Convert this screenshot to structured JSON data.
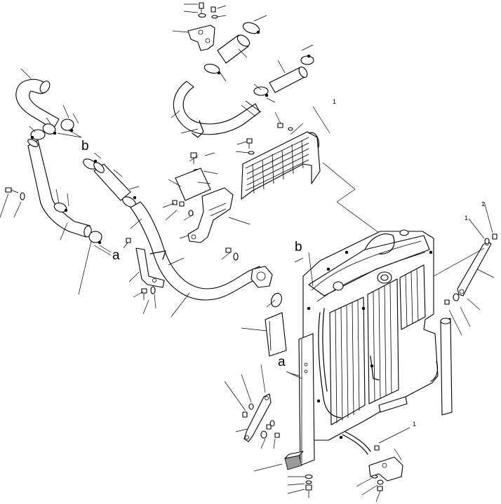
{
  "callouts": {
    "b_upper": "b",
    "b_lower": "b",
    "a_left": "a",
    "a_lower": "a"
  },
  "marks": {
    "m1": "1",
    "m2": "1",
    "m3": "1",
    "m4": "1"
  },
  "icons": {
    "bolt": "bolt-icon",
    "washer": "washer-icon",
    "clamp": "hose-clamp-icon"
  }
}
